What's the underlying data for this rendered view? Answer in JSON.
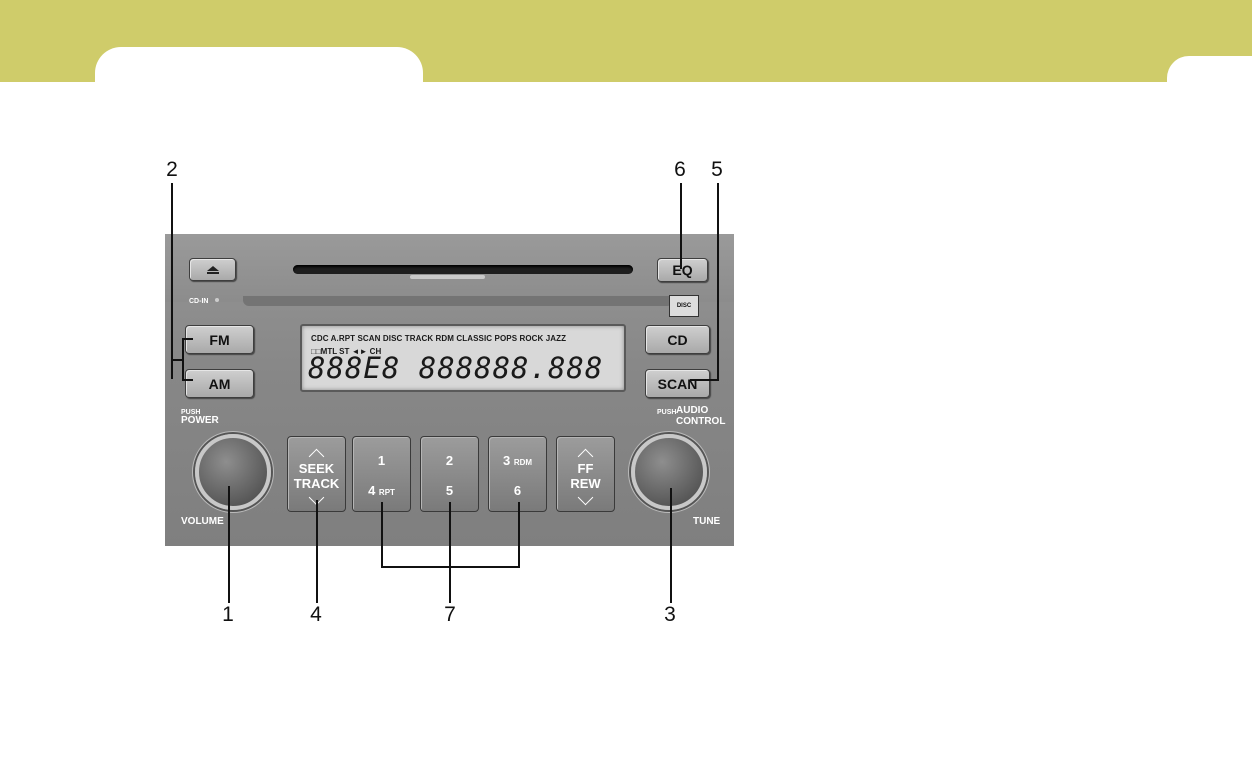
{
  "callouts": {
    "c1": "1",
    "c2": "2",
    "c3": "3",
    "c4": "4",
    "c5": "5",
    "c6": "6",
    "c7": "7"
  },
  "panel": {
    "eq_label": "EQ",
    "cdin_label": "CD-IN",
    "fm_label": "FM",
    "am_label": "AM",
    "cd_label": "CD",
    "scan_label": "SCAN",
    "cd_logo_text": "DISC",
    "push_left": "PUSH",
    "power_label": "POWER",
    "volume_label": "VOLUME",
    "push_right": "PUSH",
    "audio_label": "AUDIO",
    "control_label": "CONTROL",
    "tune_label": "TUNE"
  },
  "lcd": {
    "indicators_top": "CDC A.RPT SCAN DISC    TRACK RDM CLASSIC POPS ROCK JAZZ",
    "indicators_left": "□□MTL ST  ◄►  CH",
    "digits": "888E8 888888.888"
  },
  "buttons": {
    "seek_up": "SEEK",
    "seek_down": "TRACK",
    "p1": "1",
    "p2": "2",
    "p3": "3",
    "p3_sub": "RDM",
    "p4": "4",
    "p4_sub": "RPT",
    "p5": "5",
    "p6": "6",
    "ff": "FF",
    "rew": "REW"
  },
  "colors": {
    "header_band": "#cfcc6a",
    "panel": "#8a8a8a"
  }
}
